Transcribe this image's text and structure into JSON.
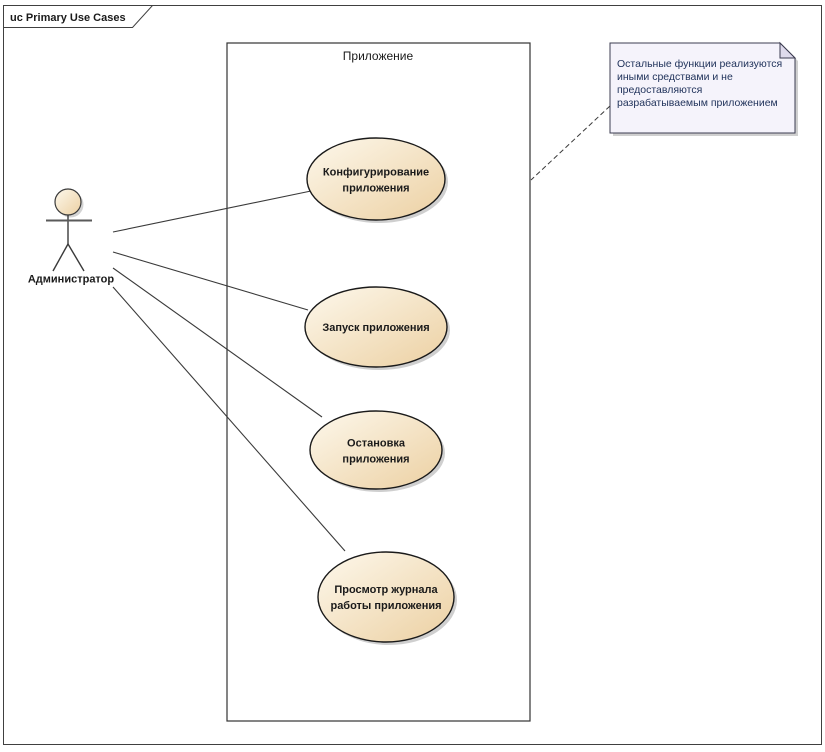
{
  "frame": {
    "title": "uc Primary Use Cases"
  },
  "boundary": {
    "label": "Приложение"
  },
  "actor": {
    "label": "Администратор"
  },
  "usecases": [
    {
      "name": "configure-application",
      "lines": [
        "Конфигурирование",
        "приложения"
      ]
    },
    {
      "name": "start-application",
      "lines": [
        "Запуск приложения"
      ]
    },
    {
      "name": "stop-application",
      "lines": [
        "Остановка",
        "приложения"
      ]
    },
    {
      "name": "view-application-log",
      "lines": [
        "Просмотр журнала",
        "работы приложения"
      ]
    }
  ],
  "note": {
    "lines": [
      "Остальные функции реализуются",
      "иными средствами и не",
      "предоставляются",
      "разрабатываемым приложением"
    ]
  },
  "colors": {
    "ellipse_fill_start": "#fdf8ec",
    "ellipse_fill_end": "#ecd0a2",
    "note_fill": "#f5f3fb",
    "note_fold_fill": "#dedaec",
    "note_text": "#22345c",
    "stroke": "#3a3a3a",
    "shadow": "#a8a8a8"
  }
}
